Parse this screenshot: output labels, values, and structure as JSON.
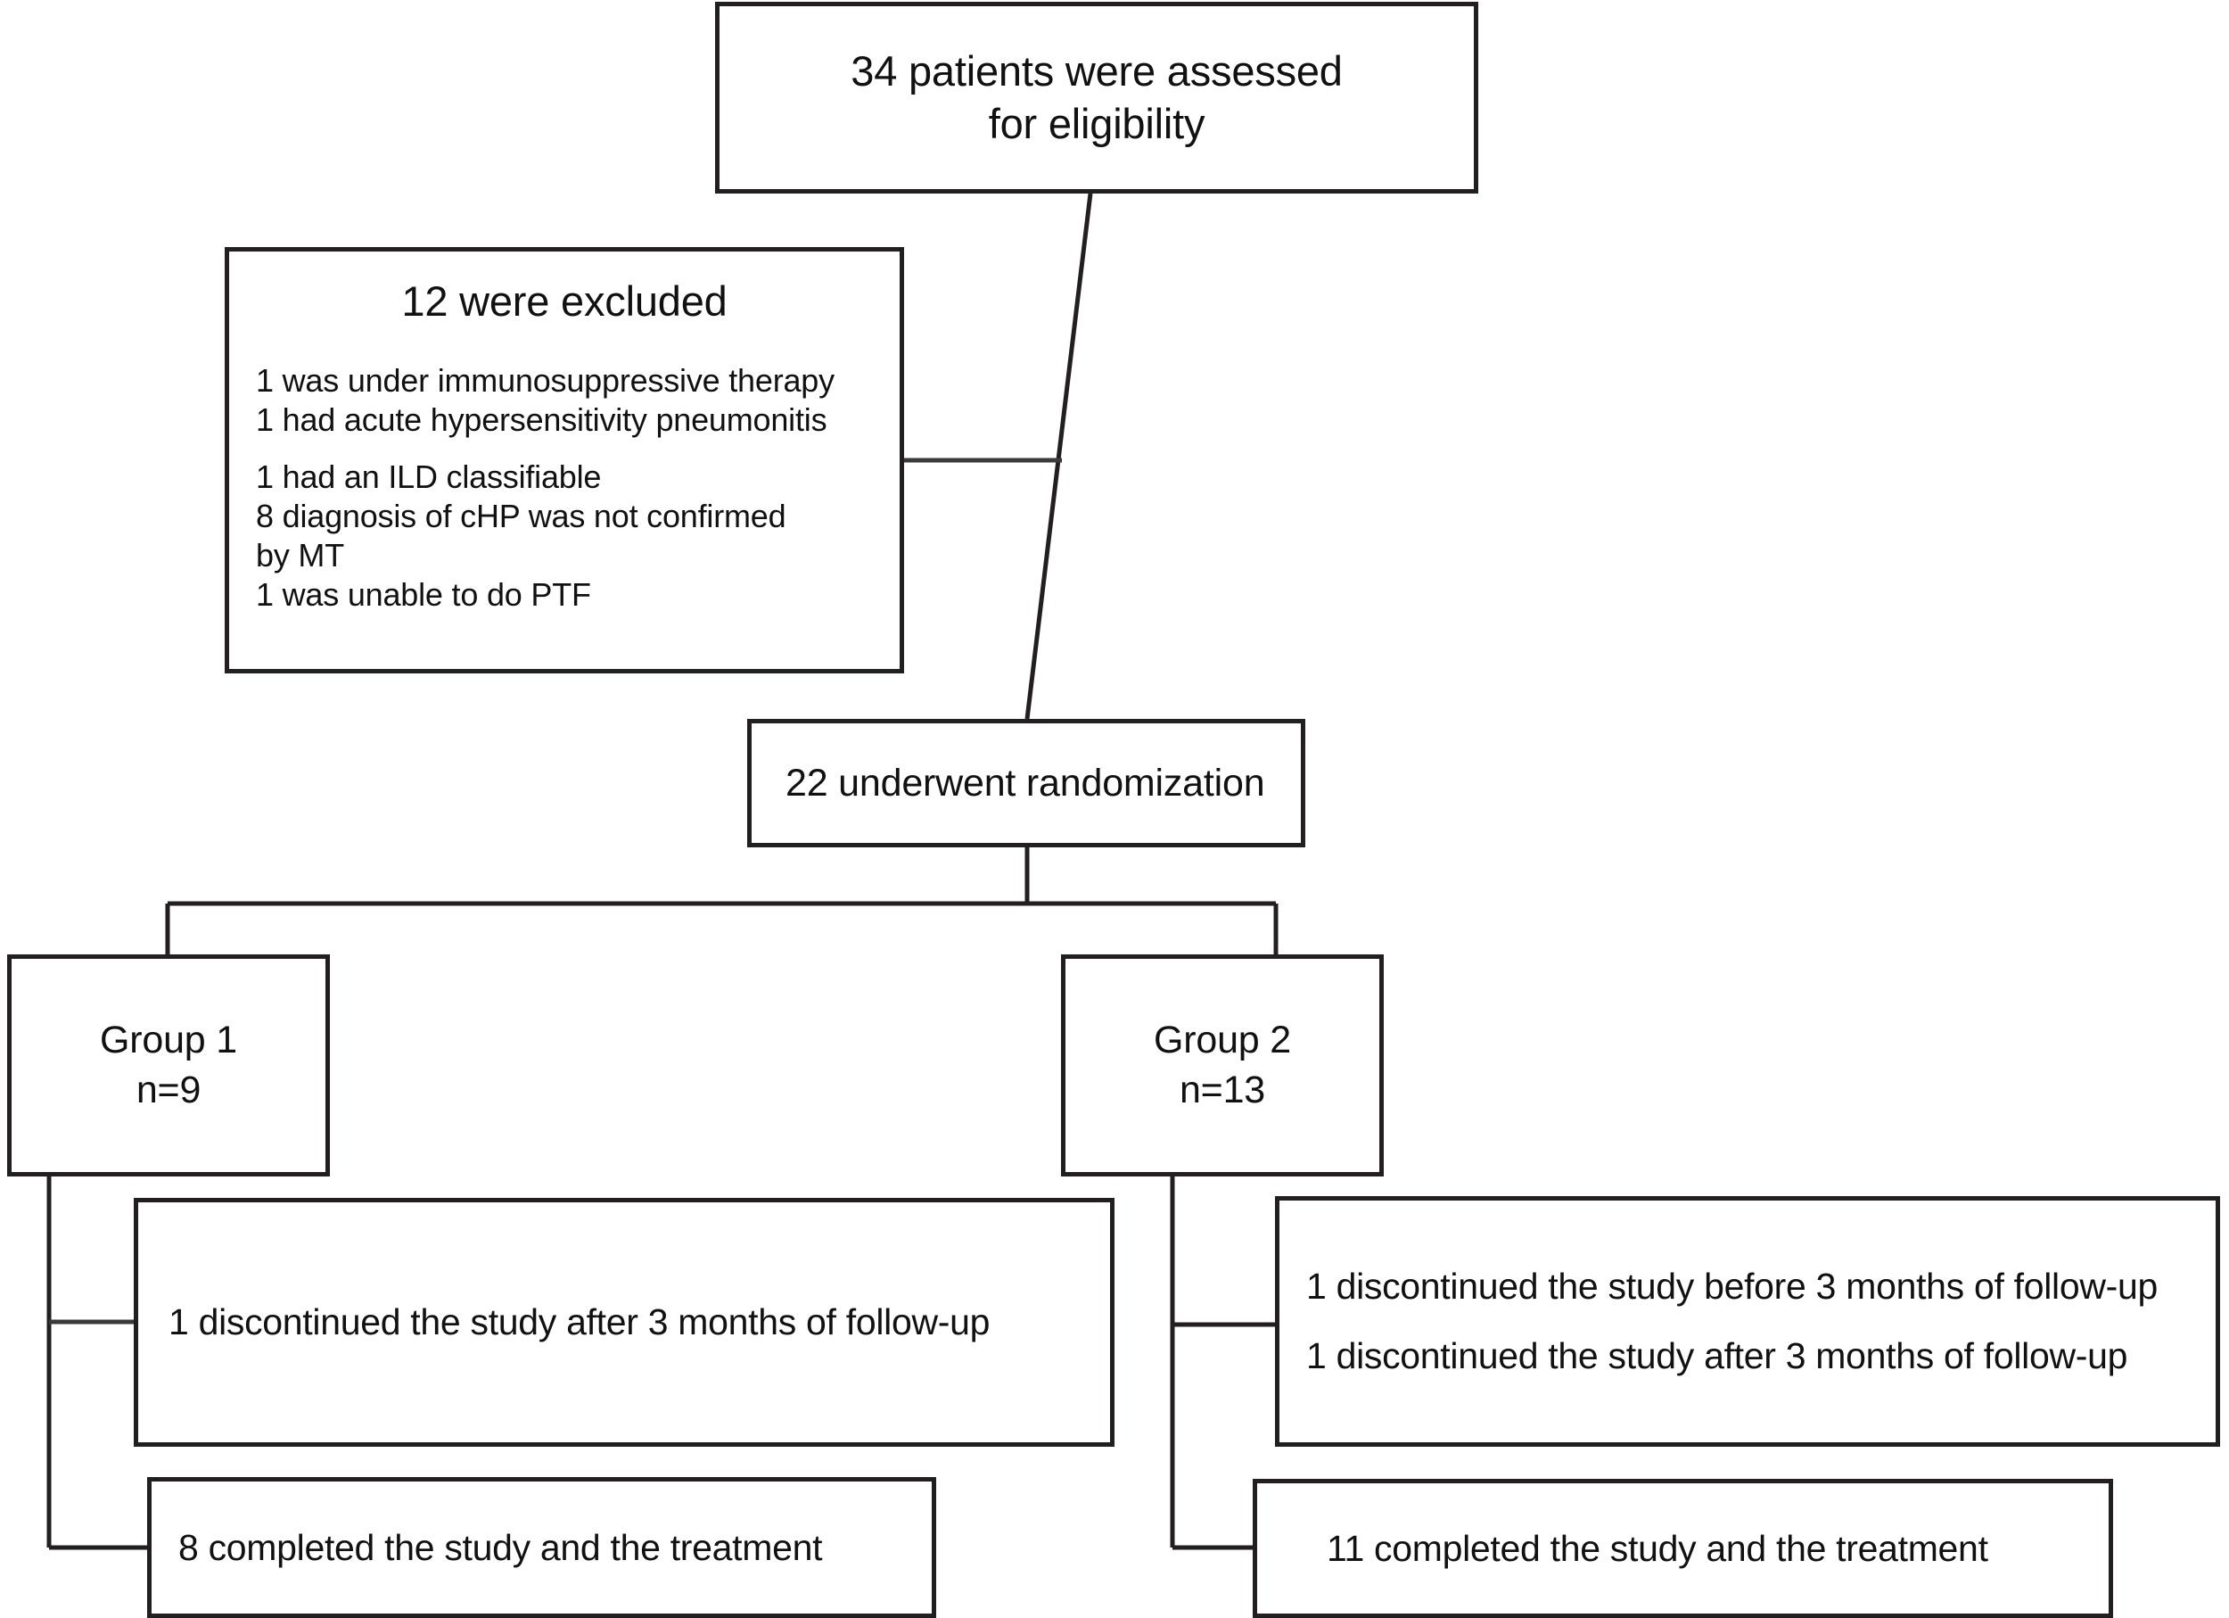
{
  "diagram": {
    "title": "CONSORT patient flow diagram",
    "line_color": "#231f20",
    "background_color": "#ffffff"
  },
  "nodes": {
    "assessed": {
      "text": "34 patients were assessed\nfor eligibility",
      "count": 34
    },
    "excluded": {
      "heading": "12 were excluded",
      "count": 12,
      "reasons_group_1": "1 was under immunosuppressive therapy\n1 had acute hypersensitivity pneumonitis",
      "reasons_group_2": "1 had an ILD classifiable\n8 diagnosis of cHP was not confirmed\nby MT\n1 was unable to do PTF"
    },
    "randomization": {
      "text": "22 underwent randomization",
      "count": 22
    },
    "group1": {
      "text": "Group 1\nn=9",
      "label": "Group 1",
      "n": 9
    },
    "group2": {
      "text": "Group 2\nn=13",
      "label": "Group 2",
      "n": 13
    },
    "group1_discontinued": {
      "text": "1 discontinued the study after 3 months of follow-up",
      "count": 1
    },
    "group2_discontinued": {
      "text": "1 discontinued the study before 3 months of follow-up\n1 discontinued the study after 3 months of follow-up",
      "count": 2
    },
    "group1_completed": {
      "text": "8 completed the study and the treatment",
      "count": 8
    },
    "group2_completed": {
      "text": "11 completed the study and the treatment",
      "count": 11
    }
  },
  "chart_data": {
    "type": "diagram",
    "title": "CONSORT patient flow diagram",
    "flow": [
      {
        "id": "assessed",
        "label": "34 patients were assessed for eligibility",
        "value": 34,
        "children": [
          "excluded",
          "randomization"
        ]
      },
      {
        "id": "excluded",
        "label": "12 were excluded",
        "value": 12,
        "children": []
      },
      {
        "id": "randomization",
        "label": "22 underwent randomization",
        "value": 22,
        "children": [
          "group1",
          "group2"
        ]
      },
      {
        "id": "group1",
        "label": "Group 1",
        "value": 9,
        "children": [
          "group1_discontinued",
          "group1_completed"
        ]
      },
      {
        "id": "group2",
        "label": "Group 2",
        "value": 13,
        "children": [
          "group2_discontinued",
          "group2_completed"
        ]
      },
      {
        "id": "group1_discontinued",
        "label": "1 discontinued the study after 3 months of follow-up",
        "value": 1,
        "children": []
      },
      {
        "id": "group1_completed",
        "label": "8 completed the study and the treatment",
        "value": 8,
        "children": []
      },
      {
        "id": "group2_discontinued",
        "label": "1 discontinued before 3 months; 1 discontinued after 3 months",
        "value": 2,
        "children": []
      },
      {
        "id": "group2_completed",
        "label": "11 completed the study and the treatment",
        "value": 11,
        "children": []
      }
    ],
    "exclusion_reasons": [
      {
        "reason": "was under immunosuppressive therapy",
        "count": 1
      },
      {
        "reason": "had acute hypersensitivity pneumonitis",
        "count": 1
      },
      {
        "reason": "had an ILD classifiable",
        "count": 1
      },
      {
        "reason": "diagnosis of cHP was not confirmed by MT",
        "count": 8
      },
      {
        "reason": "was unable to do PTF",
        "count": 1
      }
    ]
  }
}
